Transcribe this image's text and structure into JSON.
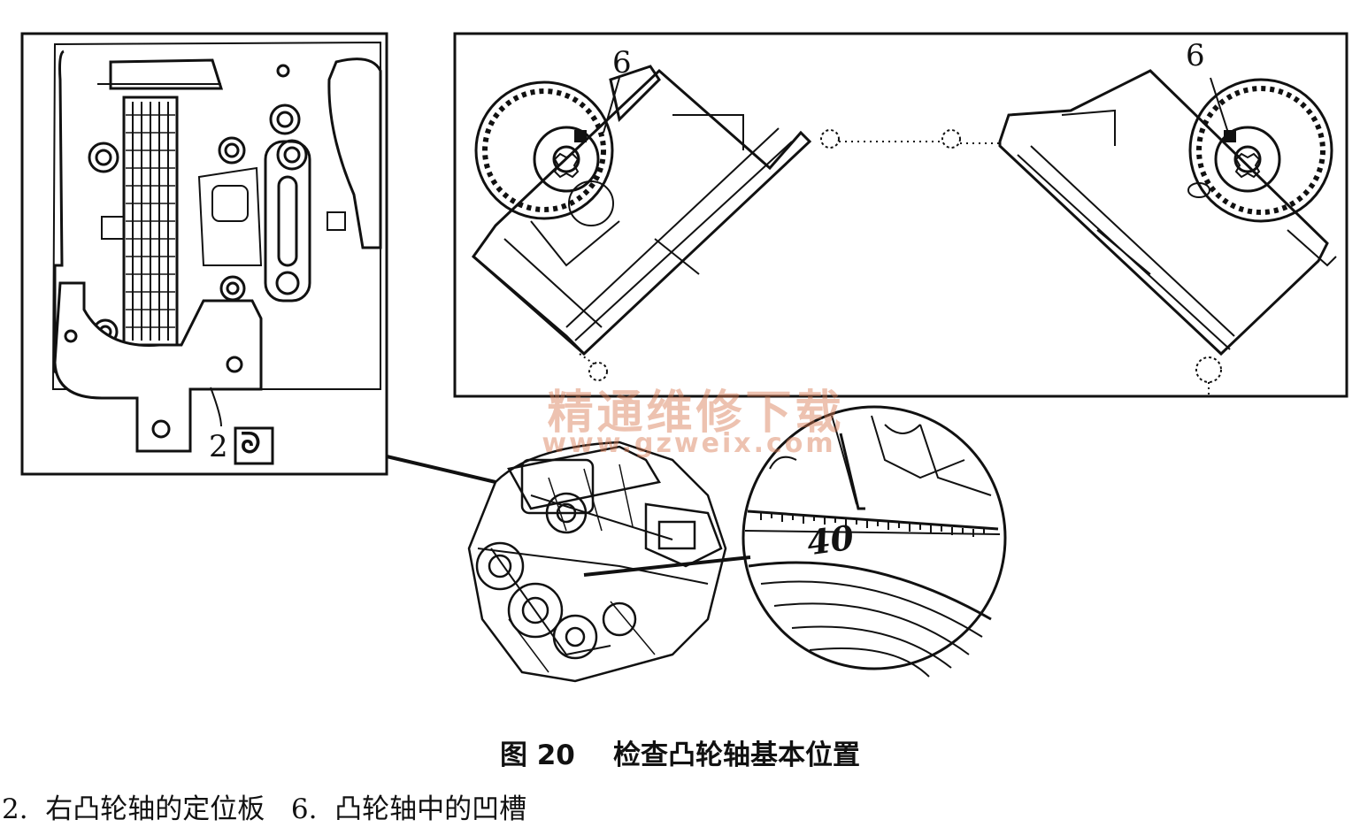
{
  "callouts": {
    "left_panel": "2",
    "top_left": "6",
    "top_right": "6"
  },
  "scale_reading": "40",
  "watermark": {
    "chinese": "精通维修下载",
    "url": "www.gzweix.com"
  },
  "caption": {
    "figure_number": "图 20",
    "title": "检查凸轮轴基本位置"
  },
  "legend": [
    {
      "number": "2.",
      "text": "右凸轮轴的定位板"
    },
    {
      "number": "6.",
      "text": "凸轮轴中的凹槽"
    }
  ],
  "colors": {
    "ink": "#111111",
    "watermark": "#d67850"
  }
}
